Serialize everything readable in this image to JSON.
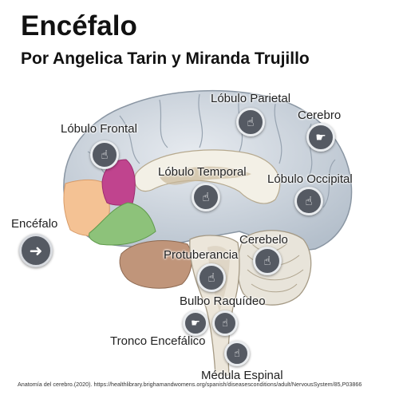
{
  "title": "Encéfalo",
  "subtitle": "Por Angelica Tarin y Miranda Trujillo",
  "labels": {
    "lobulo_parietal": "Lóbulo Parietal",
    "cerebro": "Cerebro",
    "lobulo_frontal": "Lóbulo Frontal",
    "lobulo_temporal": "Lóbulo Temporal",
    "lobulo_occipital": "Lóbulo Occipital",
    "encefalo": "Encéfalo",
    "cerebelo": "Cerebelo",
    "protuberancia": "Protuberancia",
    "bulbo_raquideo": "Bulbo Raquídeo",
    "tronco_encefalico": "Tronco Encefálico",
    "medula_espinal": "Médula Espinal"
  },
  "icons": {
    "hotspot": "hand-pointer-icon",
    "cerebro": "hand-link-icon",
    "encefalo": "arrow-right-icon"
  },
  "colors": {
    "brain_fill": "#c9d2dc",
    "frontal_orange": "#f4c294",
    "frontal_magenta": "#c0448e",
    "temporal_green": "#8dc27a",
    "brown_region": "#c0957a",
    "hotspot": "#555a63"
  },
  "credit": "Anatomía del cerebro.(2020). https://healthlibrary.brighamandwomens.org/spanish/diseasesconditions/adult/NervousSystem/85,P03866"
}
